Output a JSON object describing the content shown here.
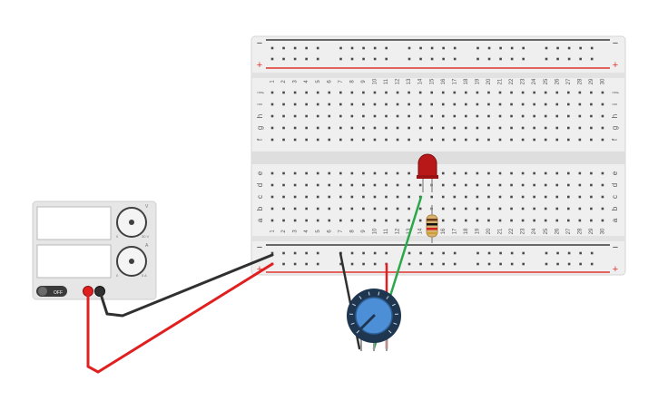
{
  "breadboard": {
    "columns": 30,
    "rows_top": [
      "j",
      "i",
      "h",
      "g",
      "f"
    ],
    "rows_bottom": [
      "e",
      "d",
      "c",
      "b",
      "a"
    ],
    "rail_minus": "−",
    "rail_plus": "+"
  },
  "power_supply": {
    "switch_label": "OFF",
    "knob_v_label": "V",
    "knob_v_max": "30 V",
    "knob_i_label": "A",
    "knob_i_max": "5 A",
    "knob_min": "0"
  },
  "colors": {
    "board": "#efefef",
    "rail_plus": "#e0342e",
    "rail_minus": "#3a3a3a",
    "wire_red": "#e02020",
    "wire_black": "#303030",
    "wire_green": "#2aa84a",
    "led": "#b81818",
    "pot_body": "#1f3650",
    "pot_knob": "#4d8fd6"
  }
}
